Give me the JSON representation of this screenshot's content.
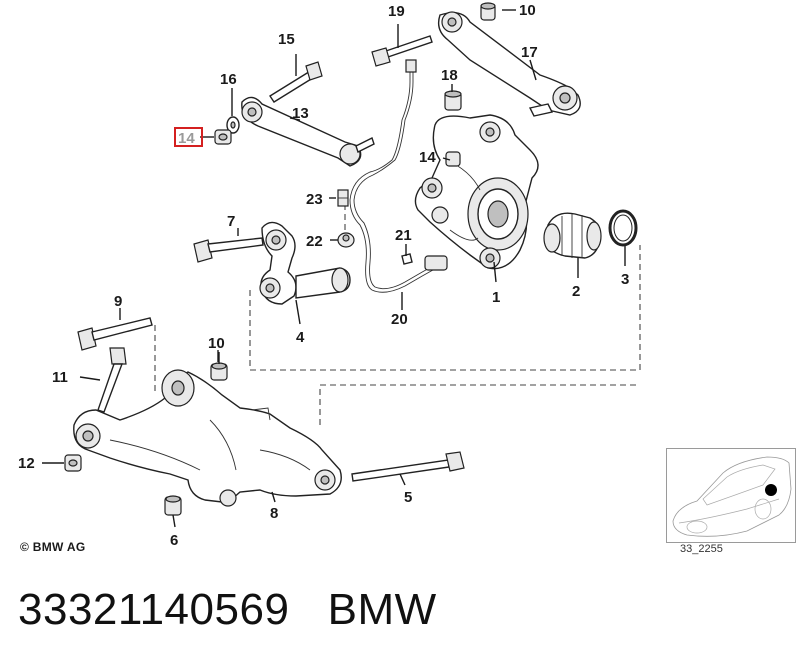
{
  "diagram": {
    "labels": {
      "p1": "1",
      "p2": "2",
      "p3": "3",
      "p4": "4",
      "p5": "5",
      "p6": "6",
      "p7": "7",
      "p8": "8",
      "p9": "9",
      "p10a": "10",
      "p10b": "10",
      "p11": "11",
      "p12": "12",
      "p13": "13",
      "p14a": "14",
      "p14b": "14",
      "p15": "15",
      "p16": "16",
      "p17": "17",
      "p18": "18",
      "p19": "19",
      "p20": "20",
      "p21": "21",
      "p22": "22",
      "p23": "23"
    },
    "highlighted_part": "14",
    "highlight_color": "#d42020"
  },
  "copyright": "© BMW AG",
  "inset_code": "33_2255",
  "footer": {
    "part_number": "33321140569",
    "brand": "BMW"
  }
}
